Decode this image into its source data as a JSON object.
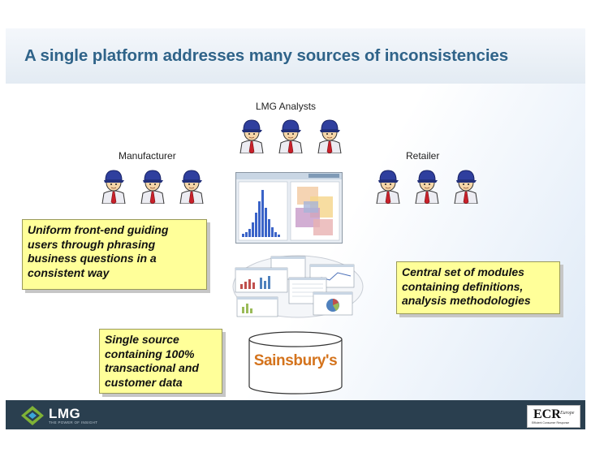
{
  "slide": {
    "title": "A single platform addresses many sources of inconsistencies",
    "roles": {
      "analysts": "LMG Analysts",
      "manufacturer": "Manufacturer",
      "retailer": "Retailer"
    },
    "callouts": {
      "front_end": "Uniform front-end guiding users through phrasing business questions in a consistent way",
      "modules": "Central set of modules containing definitions, analysis methodologies",
      "single_source": "Single source containing 100% transactional and customer data"
    },
    "database_label": "Sainsbury's",
    "footer": {
      "lmg_name": "LMG",
      "lmg_tagline": "THE POWER OF INSIGHT",
      "ecr_name": "ECR",
      "ecr_suffix": "Europe",
      "ecr_tagline": "Efficient Consumer Response"
    },
    "colors": {
      "title": "#2f6389",
      "callout_fill": "#ffff99",
      "footer": "#2a3f4f",
      "brand_orange": "#d4731c"
    },
    "icons": {
      "person": "person-with-cap-icon",
      "monitor": "dashboard-monitor-icon",
      "reports": "report-stack-icon",
      "database": "database-cylinder-icon"
    }
  }
}
